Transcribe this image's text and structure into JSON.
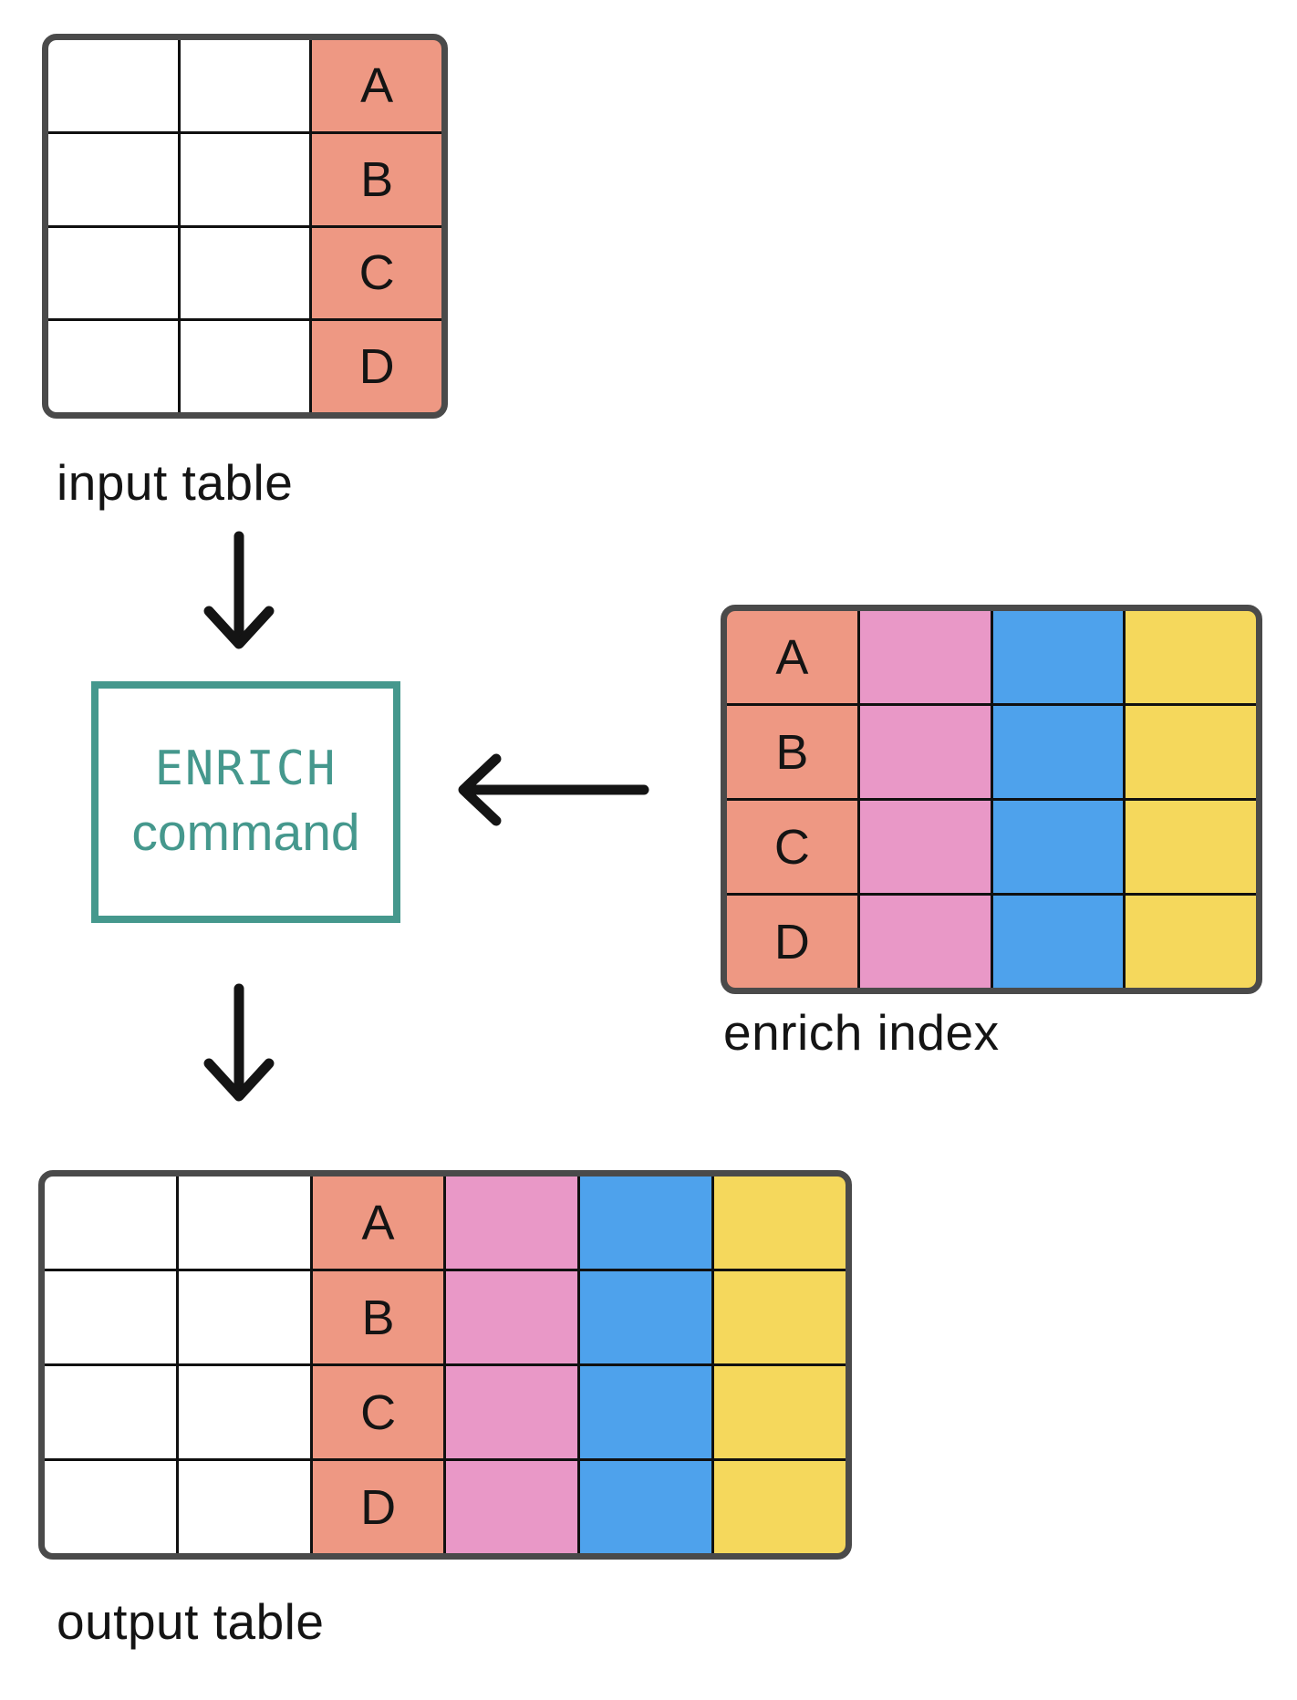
{
  "colors": {
    "white": "#FFFFFF",
    "salmon": "#EE9883",
    "pink": "#E998C7",
    "blue": "#4EA2EC",
    "yellow": "#F5D85C",
    "teal": "#45988D",
    "table_border": "#4A4A4A",
    "grid_line": "#101010",
    "arrow": "#141414",
    "ink": "#141414"
  },
  "input_table": {
    "label": "input table",
    "rows": 4,
    "columns": [
      {
        "color": "white"
      },
      {
        "color": "white"
      },
      {
        "color": "salmon",
        "values": [
          "A",
          "B",
          "C",
          "D"
        ]
      }
    ]
  },
  "enrich_command": {
    "name": "ENRICH",
    "word": "command"
  },
  "enrich_index": {
    "label": "enrich index",
    "rows": 4,
    "columns": [
      {
        "color": "salmon",
        "values": [
          "A",
          "B",
          "C",
          "D"
        ]
      },
      {
        "color": "pink"
      },
      {
        "color": "blue"
      },
      {
        "color": "yellow"
      }
    ]
  },
  "output_table": {
    "label": "output table",
    "rows": 4,
    "columns": [
      {
        "color": "white"
      },
      {
        "color": "white"
      },
      {
        "color": "salmon",
        "values": [
          "A",
          "B",
          "C",
          "D"
        ]
      },
      {
        "color": "pink"
      },
      {
        "color": "blue"
      },
      {
        "color": "yellow"
      }
    ]
  },
  "arrows": {
    "input_to_enrich": "down-arrow",
    "index_to_enrich": "left-arrow",
    "enrich_to_output": "down-arrow"
  }
}
